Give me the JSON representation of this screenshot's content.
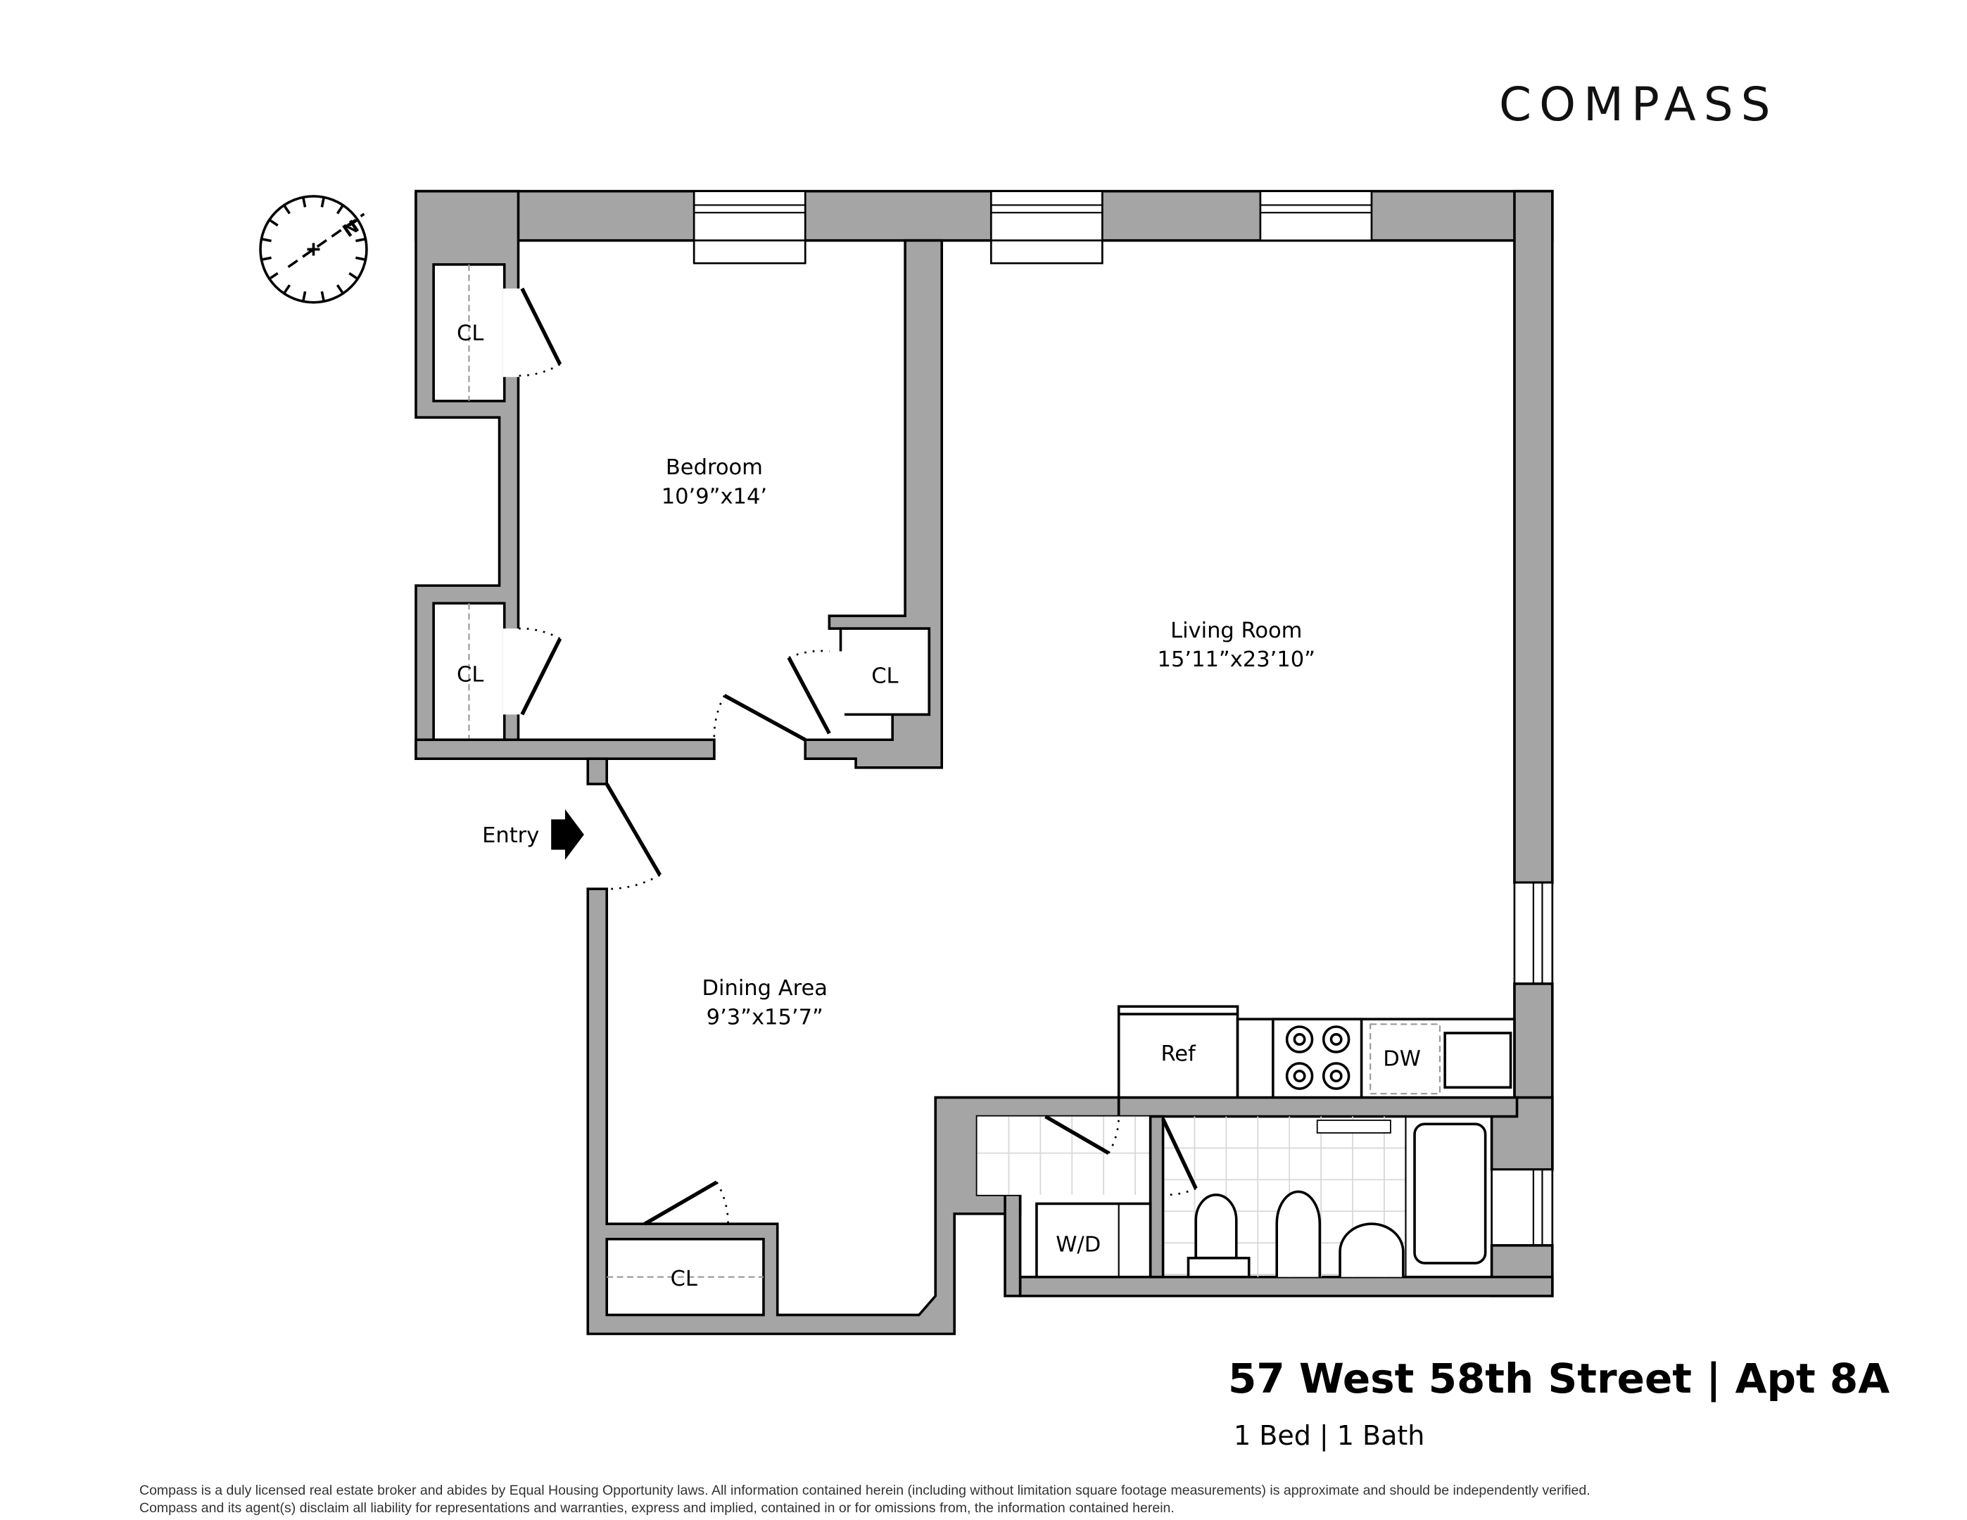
{
  "brand": {
    "logo_text": "COMPASS"
  },
  "listing": {
    "title": "57 West 58th Street | Apt 8A",
    "subtitle": "1 Bed | 1 Bath"
  },
  "rooms": {
    "bedroom": {
      "name": "Bedroom",
      "dims": "10’9”x14’"
    },
    "living": {
      "name": "Living Room",
      "dims": "15’11”x23’10”"
    },
    "dining": {
      "name": "Dining Area",
      "dims": "9’3”x15’7”"
    }
  },
  "labels": {
    "closet": "CL",
    "entry": "Entry",
    "refrigerator": "Ref",
    "dishwasher": "DW",
    "washer_dryer": "W/D",
    "north": "N"
  },
  "icons": {
    "compass_rose": "north-arrow-icon",
    "entry_arrow": "arrow-right-icon"
  },
  "colors": {
    "wall": "#a5a5a5",
    "line": "#000000"
  },
  "disclaimer": [
    "Compass is a duly licensed real estate broker and abides by Equal Housing Opportunity laws.  All information contained herein (including without limitation square footage measurements) is approximate and should be independently verified.",
    "Compass and its agent(s) disclaim all liability for representations and warranties, express and implied, contained in or for omissions from, the information contained herein."
  ]
}
